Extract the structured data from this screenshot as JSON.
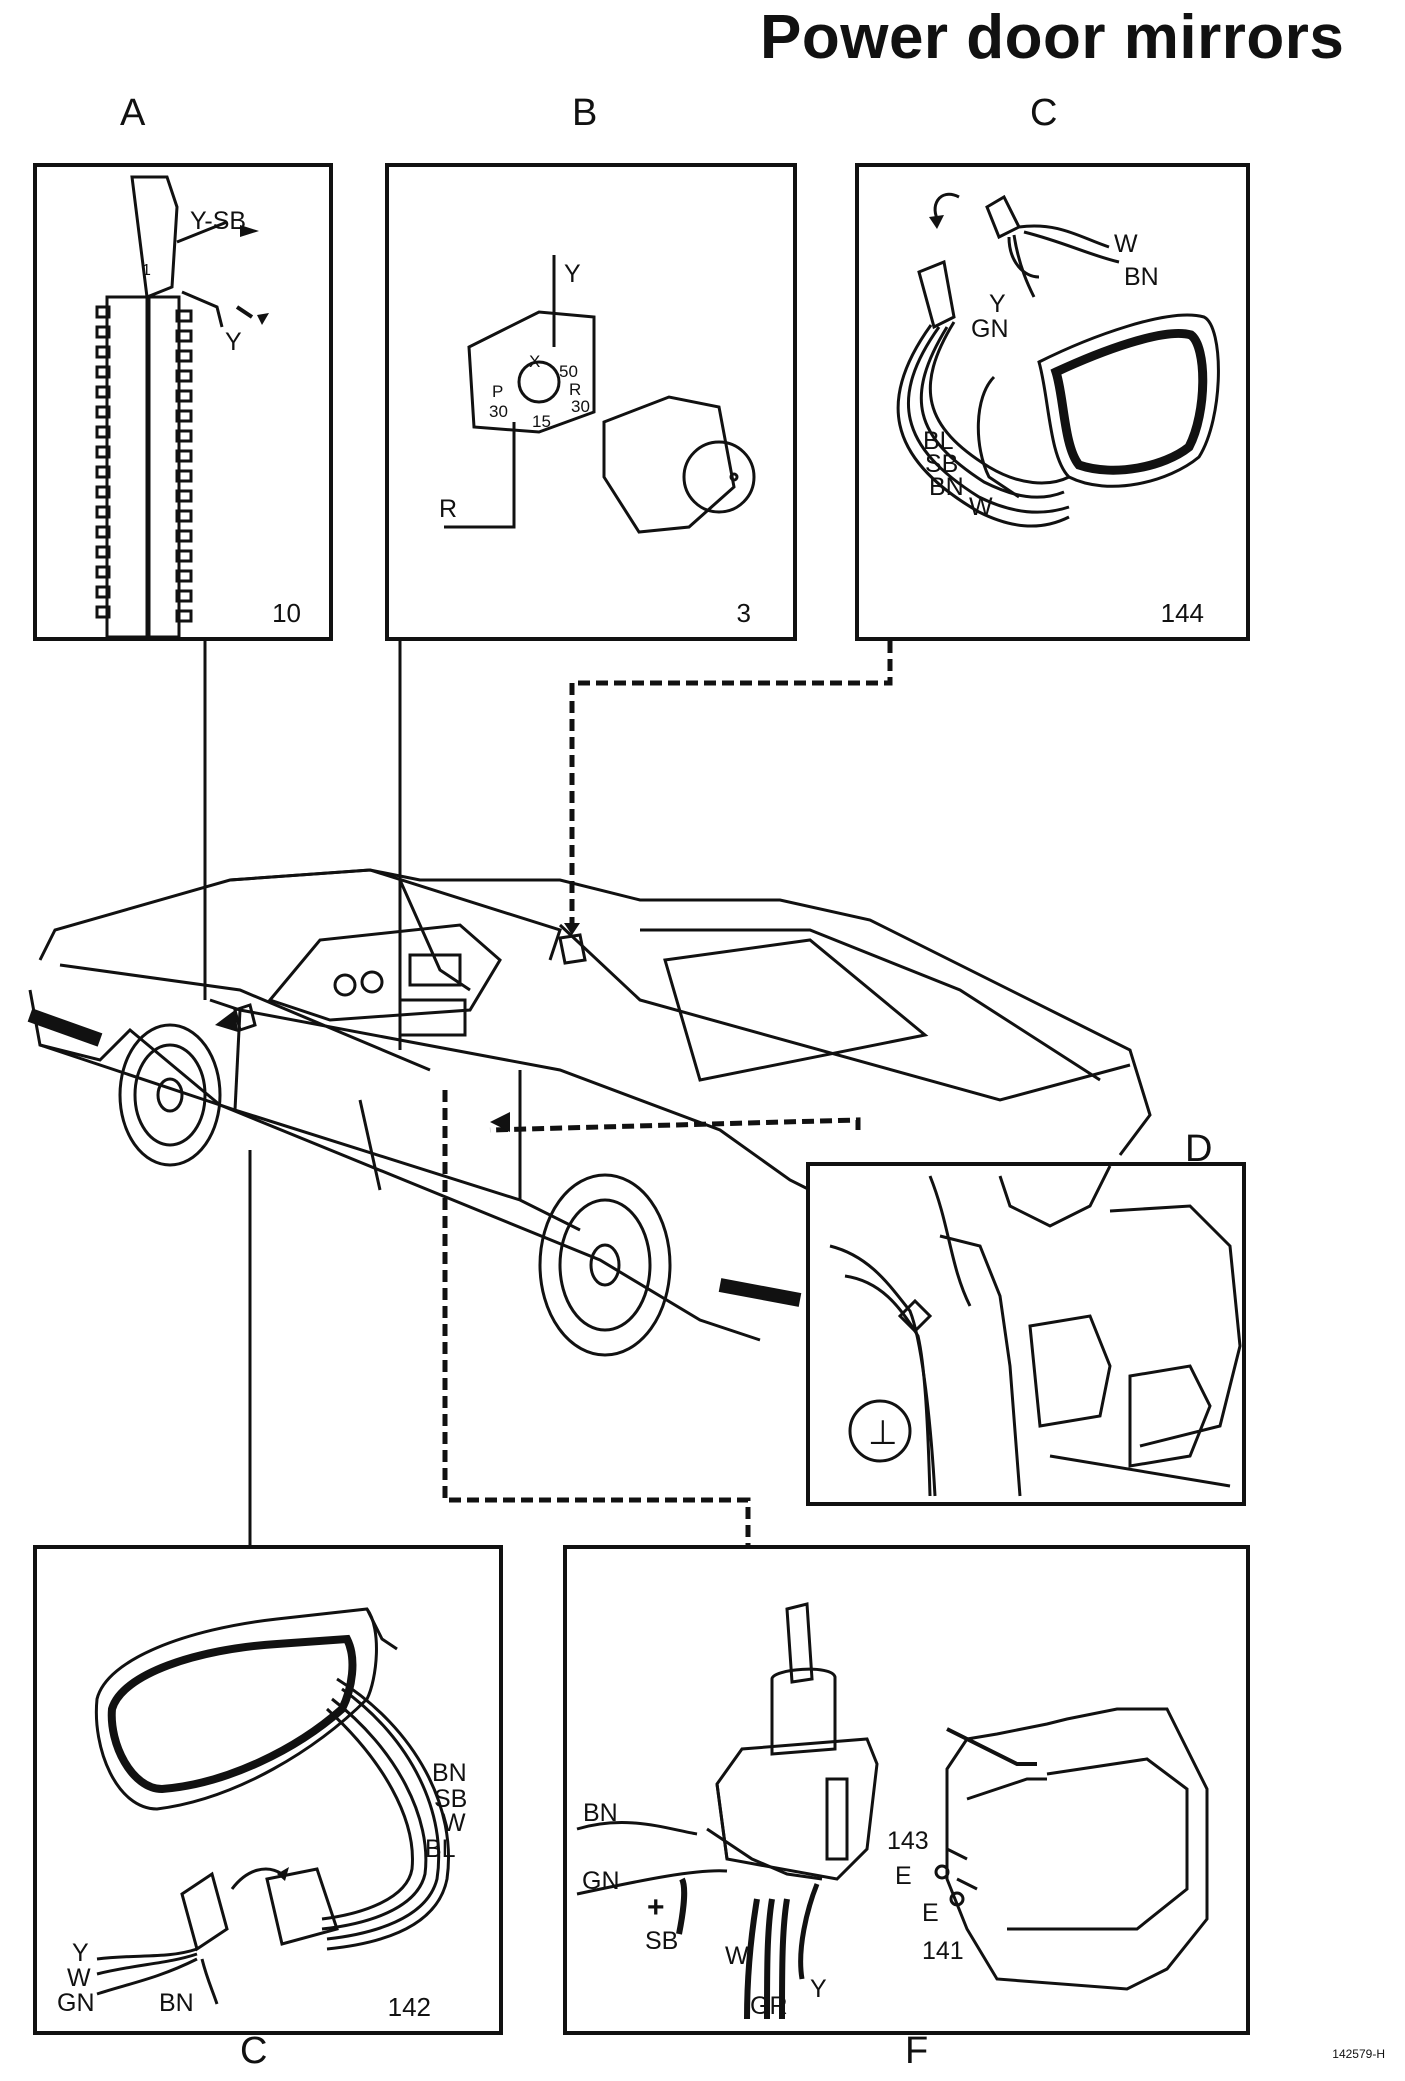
{
  "title": "Power door mirrors",
  "footer_code": "142579-H",
  "panels": {
    "A": {
      "label": "A",
      "number": "10",
      "wires": [
        "Y-SB",
        "Y"
      ],
      "pin": "1"
    },
    "B": {
      "label": "B",
      "number": "3",
      "wires": [
        "Y",
        "R"
      ],
      "terminals": [
        "X",
        "50",
        "P",
        "R",
        "30",
        "30",
        "15"
      ]
    },
    "C_top": {
      "label": "C",
      "number": "144",
      "wires": [
        "W",
        "BN",
        "Y",
        "GN",
        "BL",
        "SB",
        "BN",
        "W"
      ]
    },
    "D": {
      "label": "D",
      "ground_symbol": "⊥"
    },
    "C_bottom": {
      "label": "C",
      "number": "142",
      "wires": [
        "BN",
        "SB",
        "W",
        "BL",
        "Y",
        "W",
        "GN",
        "BN"
      ]
    },
    "F": {
      "label": "F",
      "number_switch": "143",
      "number_bracket": "141",
      "wires": [
        "BN",
        "GN",
        "+",
        "SB",
        "W",
        "GR",
        "Y"
      ],
      "terminals": [
        "E",
        "E"
      ]
    }
  }
}
